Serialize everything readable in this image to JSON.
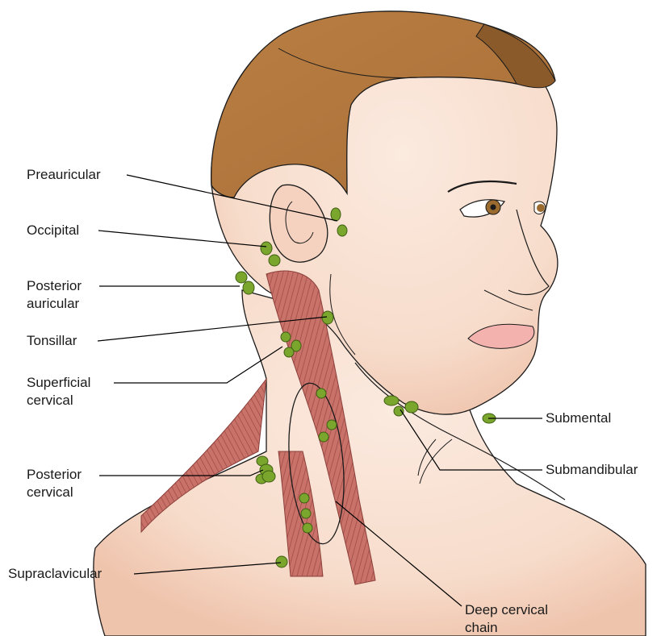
{
  "colors": {
    "hair": "#b3783f",
    "hair_dark": "#8a5a2b",
    "skin": "#f7dccb",
    "skin_shadow": "#f0c6b0",
    "muscle": "#c9726a",
    "muscle_dark": "#9c4a44",
    "node": "#7aa62e",
    "node_edge": "#3f5e12",
    "lip": "#f3b2ad",
    "iris": "#9a6a2e",
    "leader": "#000000"
  },
  "labels": {
    "preauricular": "Preauricular",
    "occipital": "Occipital",
    "posterior_auricular_1": "Posterior",
    "posterior_auricular_2": "auricular",
    "tonsillar": "Tonsillar",
    "superficial_cervical_1": "Superficial",
    "superficial_cervical_2": "cervical",
    "posterior_cervical_1": "Posterior",
    "posterior_cervical_2": "cervical",
    "supraclavicular": "Supraclavicular",
    "submental": "Submental",
    "submandibular": "Submandibular",
    "deep_cervical_1": "Deep cervical",
    "deep_cervical_2": "chain"
  }
}
